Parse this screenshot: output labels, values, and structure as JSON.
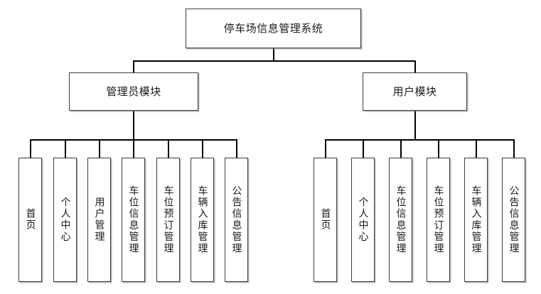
{
  "diagram": {
    "title": "停车场信息管理系统",
    "type": "organization-tree",
    "root": {
      "id": "root",
      "label": "停车场信息管理系统"
    },
    "modules": [
      {
        "id": "admin-module",
        "label": "管理员模块",
        "leaves": [
          {
            "id": "admin-home",
            "label": "首页"
          },
          {
            "id": "admin-personal-center",
            "label": "个人中心"
          },
          {
            "id": "admin-user-mgmt",
            "label": "用户管理"
          },
          {
            "id": "admin-space-info",
            "label": "车位信息管理"
          },
          {
            "id": "admin-space-booking",
            "label": "车位预订管理"
          },
          {
            "id": "admin-vehicle-entry",
            "label": "车辆入库管理"
          },
          {
            "id": "admin-notice-info",
            "label": "公告信息管理"
          }
        ]
      },
      {
        "id": "user-module",
        "label": "用户模块",
        "leaves": [
          {
            "id": "user-home",
            "label": "首页"
          },
          {
            "id": "user-personal-center",
            "label": "个人中心"
          },
          {
            "id": "user-space-info",
            "label": "车位信息管理"
          },
          {
            "id": "user-space-booking",
            "label": "车位预订管理"
          },
          {
            "id": "user-vehicle-entry",
            "label": "车辆入库管理"
          },
          {
            "id": "user-notice-info",
            "label": "公告信息管理"
          }
        ]
      }
    ],
    "colors": {
      "background": "#ffffff",
      "box_fill": "#ffffff",
      "box_border": "#3c3c44",
      "connector": "#000000",
      "text": "#1a1a1a",
      "box_shadow": "#787882"
    }
  }
}
